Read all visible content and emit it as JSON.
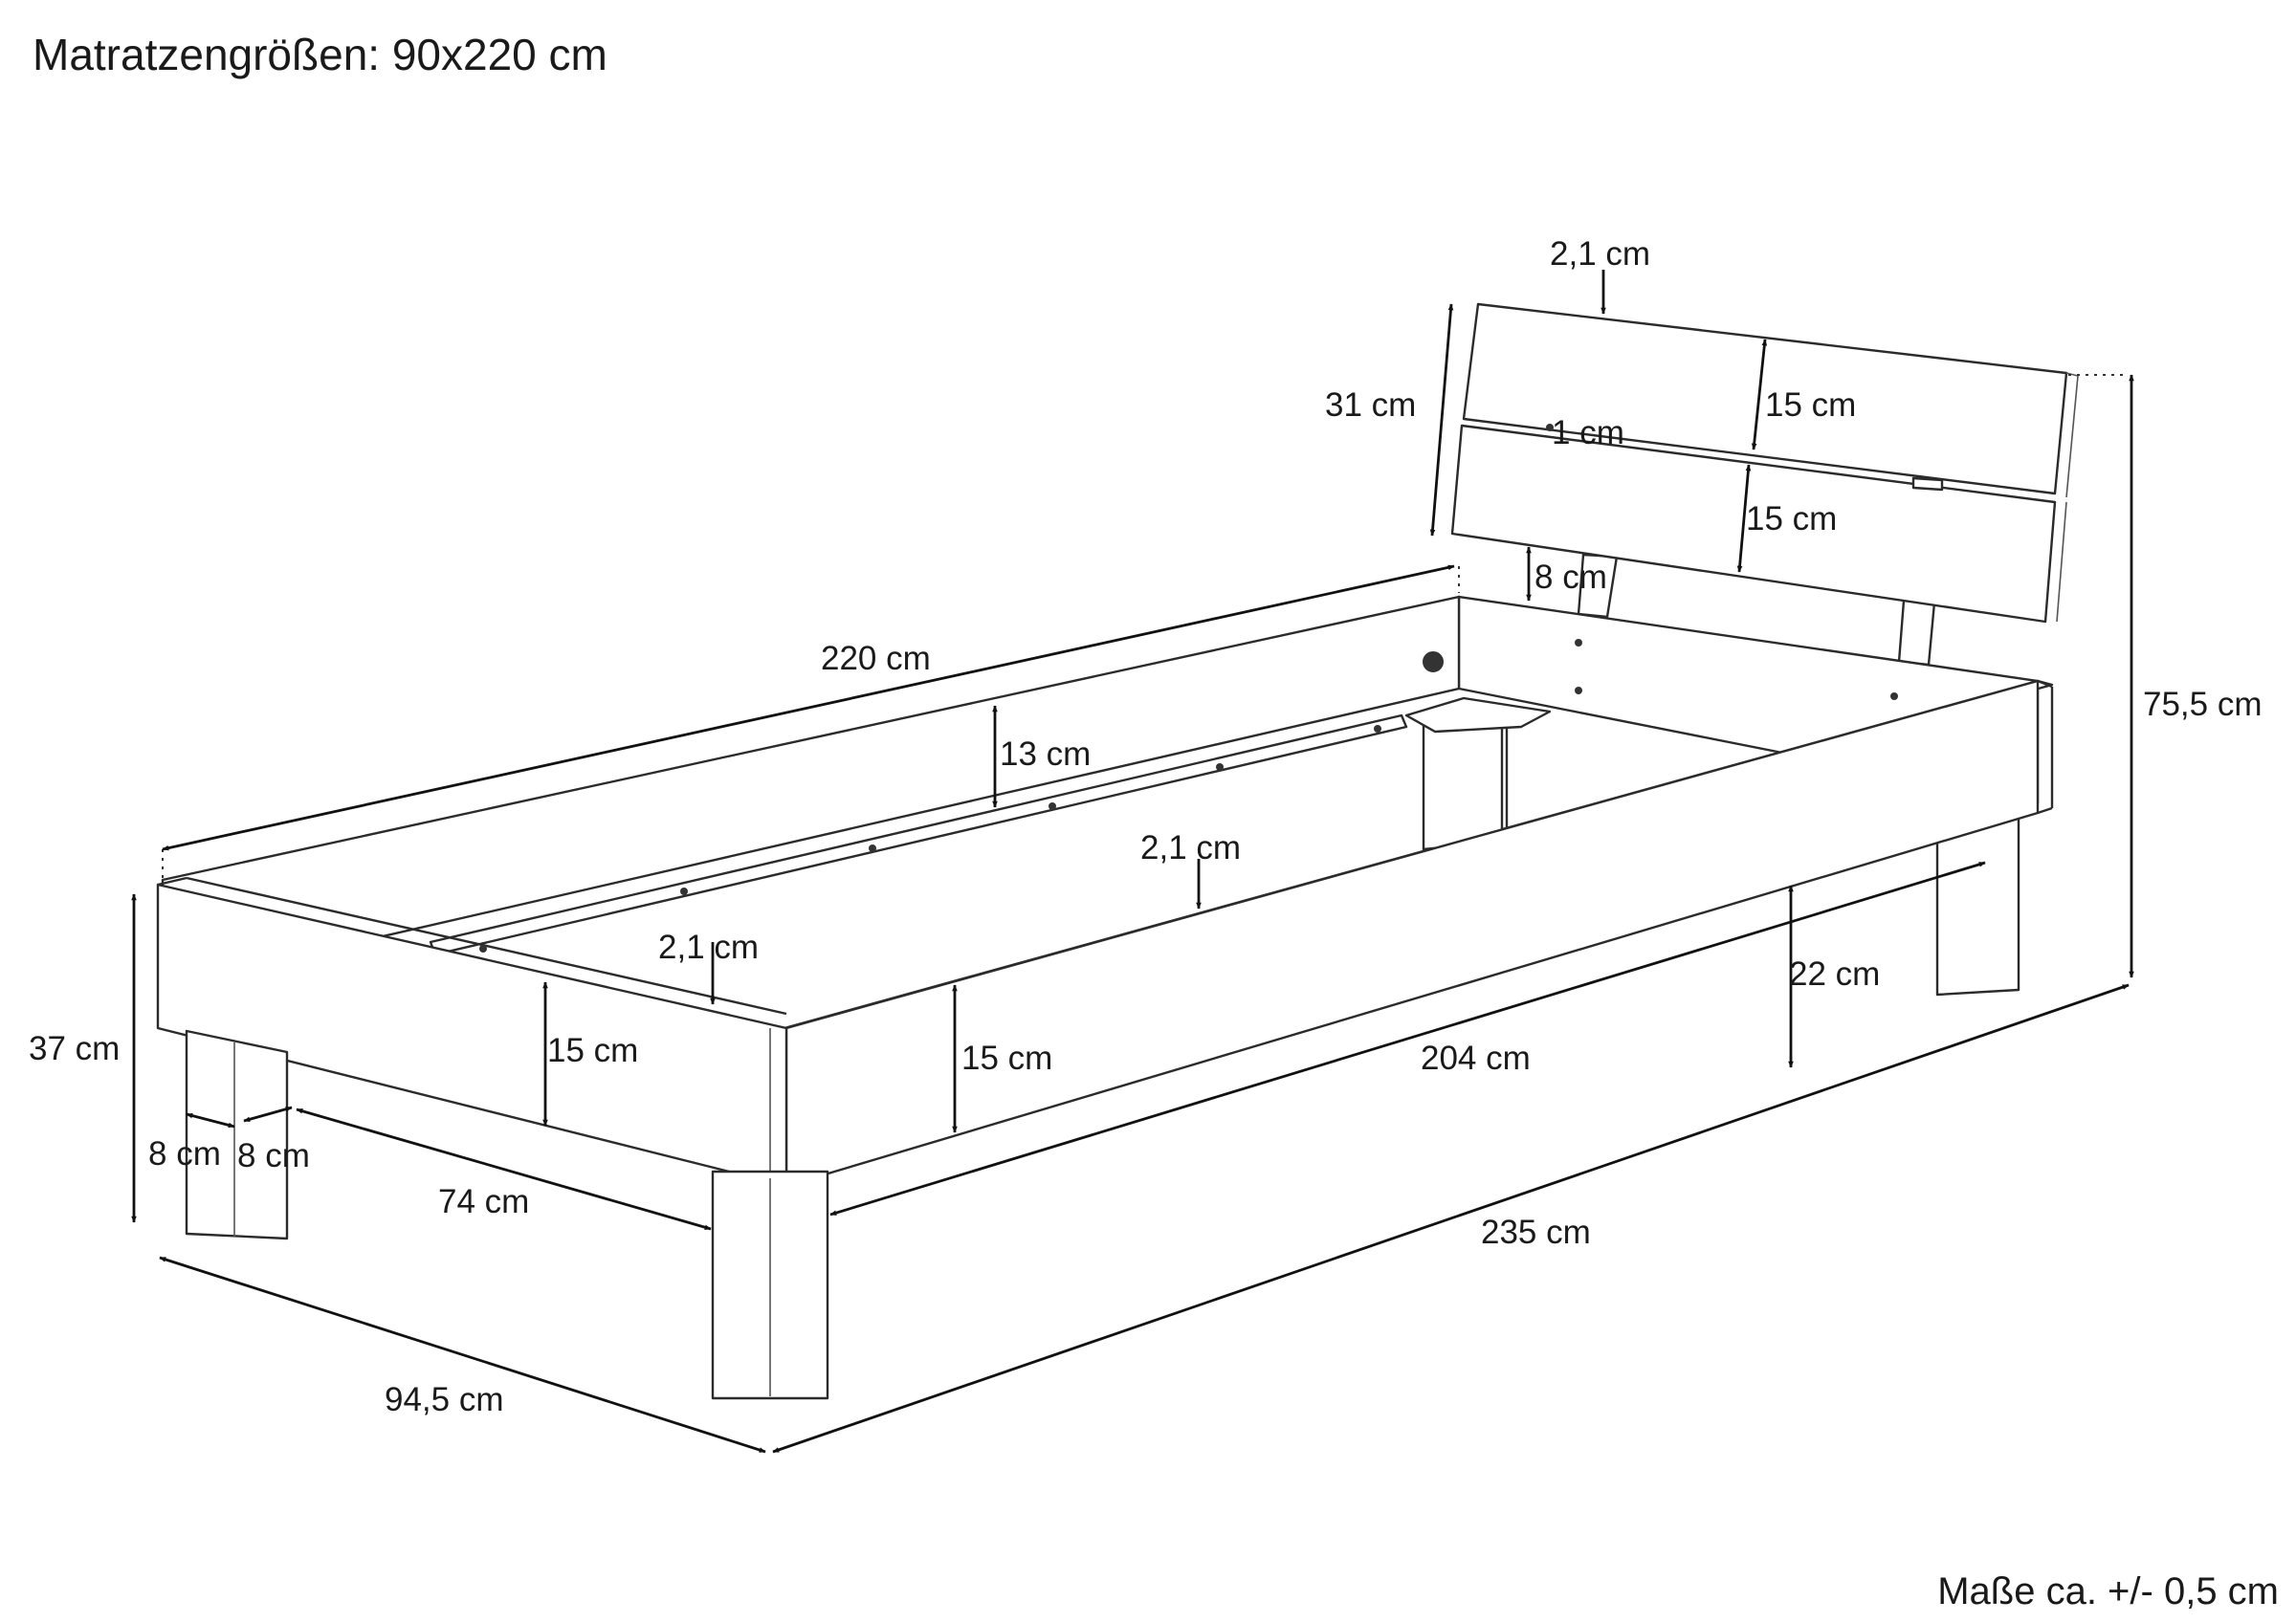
{
  "title": "Matratzengrößen: 90x220 cm",
  "footnote": "Maße ca. +/- 0,5 cm",
  "dimensions": {
    "headboard_thickness": "2,1 cm",
    "headboard_height": "31 cm",
    "board_top": "15 cm",
    "board_gap": "1 cm",
    "board_bottom": "15 cm",
    "gap_frame_headboard": "8 cm",
    "total_height": "75,5 cm",
    "length_inner": "220 cm",
    "side_depth": "13 cm",
    "side_rail_thickness": "2,1 cm",
    "foot_rail_thickness": "2,1 cm",
    "clearance": "22 cm",
    "bed_height": "37 cm",
    "foot_height": "15 cm",
    "side_height": "15 cm",
    "length_between_legs": "204 cm",
    "leg_width_a": "8 cm",
    "leg_width_b": "8 cm",
    "width_between_legs": "74 cm",
    "total_length": "235 cm",
    "total_width": "94,5 cm"
  }
}
